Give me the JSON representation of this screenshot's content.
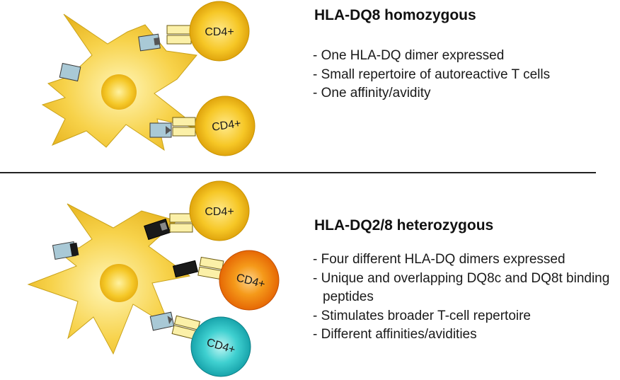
{
  "top_panel": {
    "title": "HLA-DQ8 homozygous",
    "bullets": [
      "- One HLA-DQ dimer expressed",
      "- Small repertoire of autoreactive T cells",
      "- One affinity/avidity"
    ]
  },
  "bottom_panel": {
    "title": "HLA-DQ2/8 heterozygous",
    "bullets": [
      "- Four different HLA-DQ dimers expressed",
      "- Unique and overlapping DQ8c and DQ8t binding peptides",
      "- Stimulates broader T-cell repertoire",
      "- Different affinities/avidities"
    ]
  },
  "cell_label": "CD4+",
  "colors": {
    "dendritic_cell": "#f7d24a",
    "tcell_yellow": "#f2c21a",
    "tcell_orange": "#f07a00",
    "tcell_teal": "#19b3b8",
    "hla_dq8": "#a9c9d6",
    "hla_dq2": "#1a1a1a",
    "tcr": "#fbf0a8",
    "divider": "#222222"
  }
}
